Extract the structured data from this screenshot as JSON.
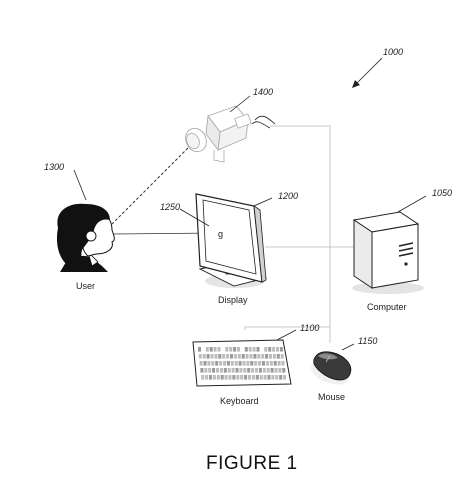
{
  "figure": {
    "caption": "FIGURE 1",
    "system_ref": "1000"
  },
  "components": {
    "camera": {
      "ref": "1400"
    },
    "user": {
      "ref": "1300",
      "label": "User"
    },
    "display": {
      "ref": "1200",
      "label": "Display",
      "gaze_point_ref": "1250",
      "gaze_point_symbol": "g"
    },
    "computer": {
      "ref": "1050",
      "label": "Computer"
    },
    "keyboard": {
      "ref": "1100",
      "label": "Keyboard"
    },
    "mouse": {
      "ref": "1150",
      "label": "Mouse"
    }
  },
  "colors": {
    "connector": "#b9b9b9",
    "shadow": "#e4e4e4",
    "outline": "#222222"
  }
}
